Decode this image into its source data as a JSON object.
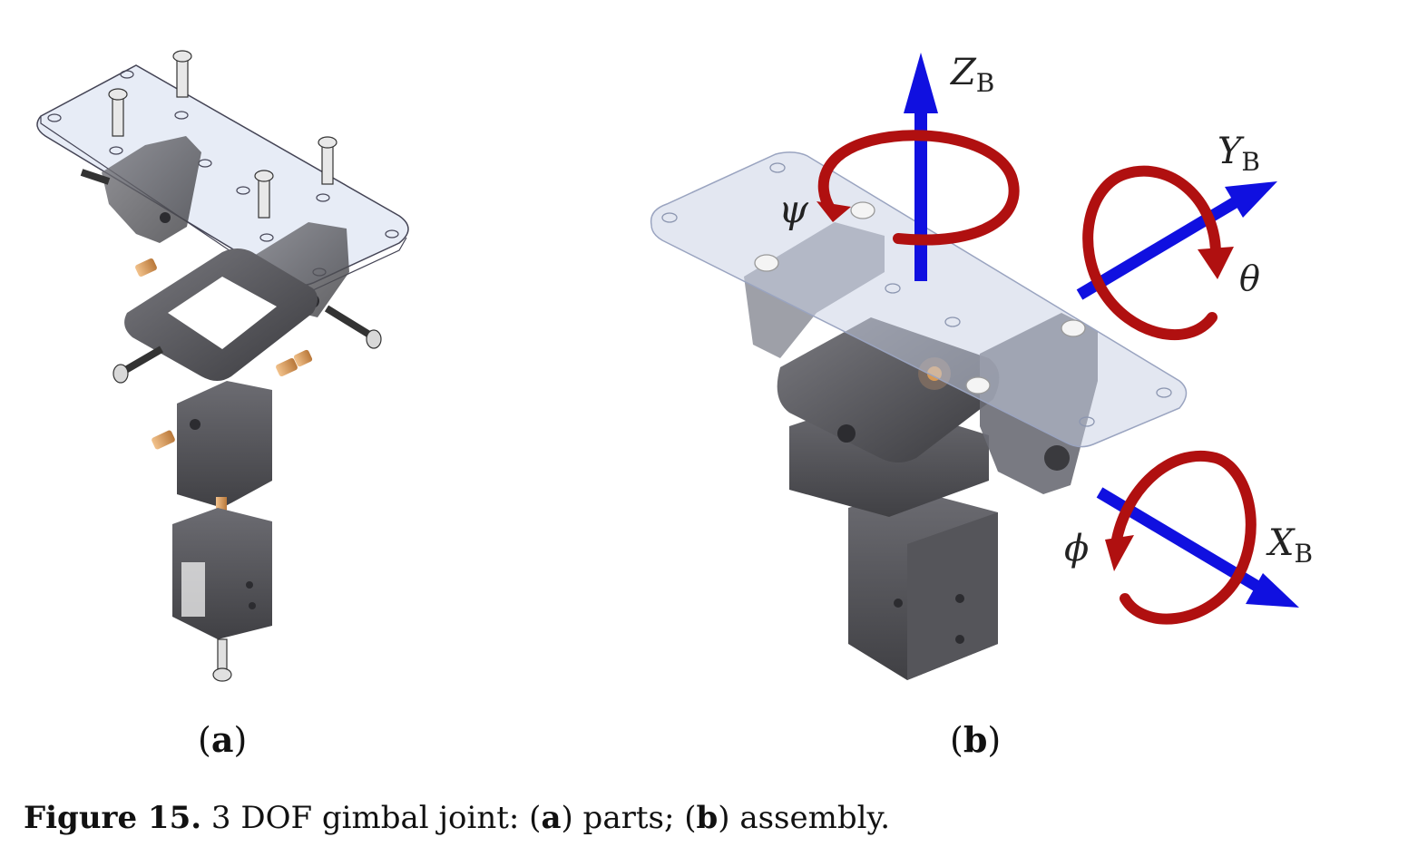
{
  "figure": {
    "panel_a_label": "a",
    "panel_b_label": "b",
    "caption": {
      "prefix": "Figure 15.",
      "text_1": " 3 DOF gimbal joint: (",
      "ref_a": "a",
      "text_2": ") parts; (",
      "ref_b": "b",
      "text_3": ") assembly."
    }
  },
  "axes": {
    "z": {
      "letter": "Z",
      "sub": "B"
    },
    "y": {
      "letter": "Y",
      "sub": "B"
    },
    "x": {
      "letter": "X",
      "sub": "B"
    },
    "psi": "ψ",
    "theta": "θ",
    "phi": "ϕ"
  },
  "colors": {
    "axis_arrow": "#1010e0",
    "rotation_arrow": "#b01010",
    "part_dark": "#5a5a5e",
    "plate": "#c8d0e4",
    "brass": "#d89a55"
  },
  "icons": [
    "exploded-gimbal-parts",
    "assembled-gimbal",
    "rotation-arrow"
  ]
}
